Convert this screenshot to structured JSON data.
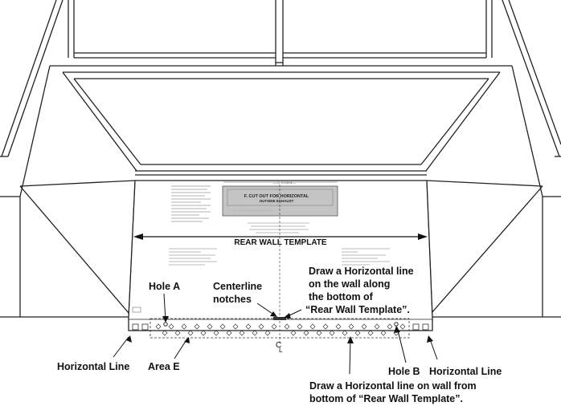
{
  "template": {
    "title": "REAR WALL TEMPLATE",
    "cutout_line1": "F. CUT OUT FOR HORIZONTAL",
    "cutout_line2": "OUTSIDE EXHAUST",
    "centerline_symbol": "CL"
  },
  "callouts": {
    "hole_a": "Hole A",
    "centerline_1": "Centerline",
    "centerline_2": "notches",
    "draw_top_1": "Draw a Horizontal line",
    "draw_top_2": "on the wall along",
    "draw_top_3": "the bottom of",
    "draw_top_4": "“Rear Wall Template”.",
    "horizontal_line_left": "Horizontal Line",
    "area_e": "Area E",
    "hole_b": "Hole B",
    "horizontal_line_right": "Horizontal Line",
    "draw_bottom_1": "Draw a Horizontal line on wall from",
    "draw_bottom_2": "bottom of “Rear Wall Template”."
  }
}
